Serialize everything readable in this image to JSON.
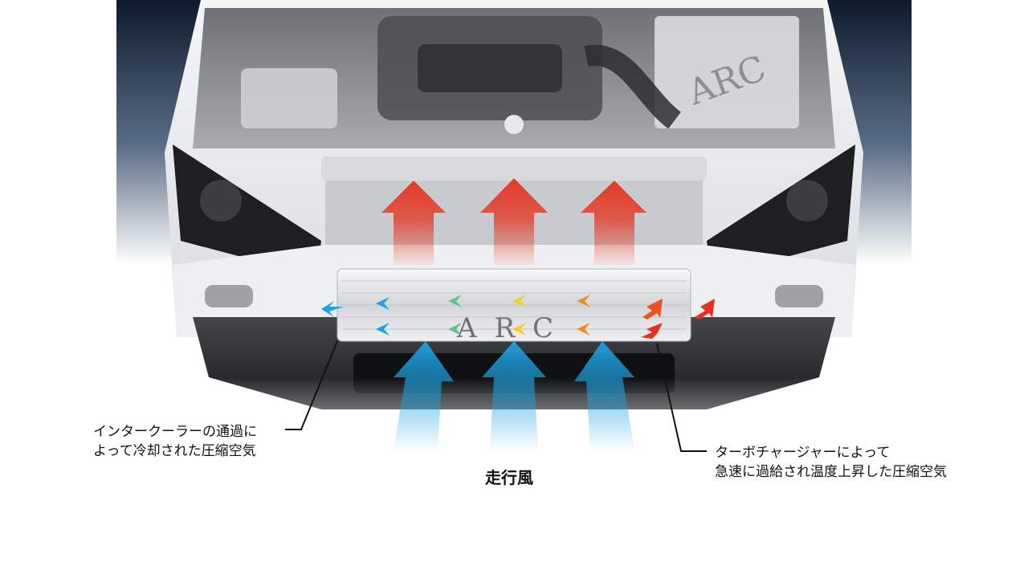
{
  "labels": {
    "cooled_air": {
      "line1": "インタークーラーの通過に",
      "line2": "よって冷却された圧縮空気"
    },
    "hot_air": {
      "line1": "ターボチャージャーによって",
      "line2": "急速に過給され温度上昇した圧縮空気"
    },
    "running_wind": "走行風"
  },
  "engine_bay": {
    "airbox_logo": "ARC",
    "intercooler_logo": "ARC"
  },
  "colors": {
    "background_top": "#0d1a2c",
    "car_body": "#e7e8ea",
    "hot_arrow": "#e5321e",
    "warm_arrow": "#f08a24",
    "mid_arrow_yellow": "#f2d21b",
    "mid_arrow_green": "#5fc08e",
    "cool_arrow": "#1da1e2",
    "leader_line": "#111111"
  }
}
